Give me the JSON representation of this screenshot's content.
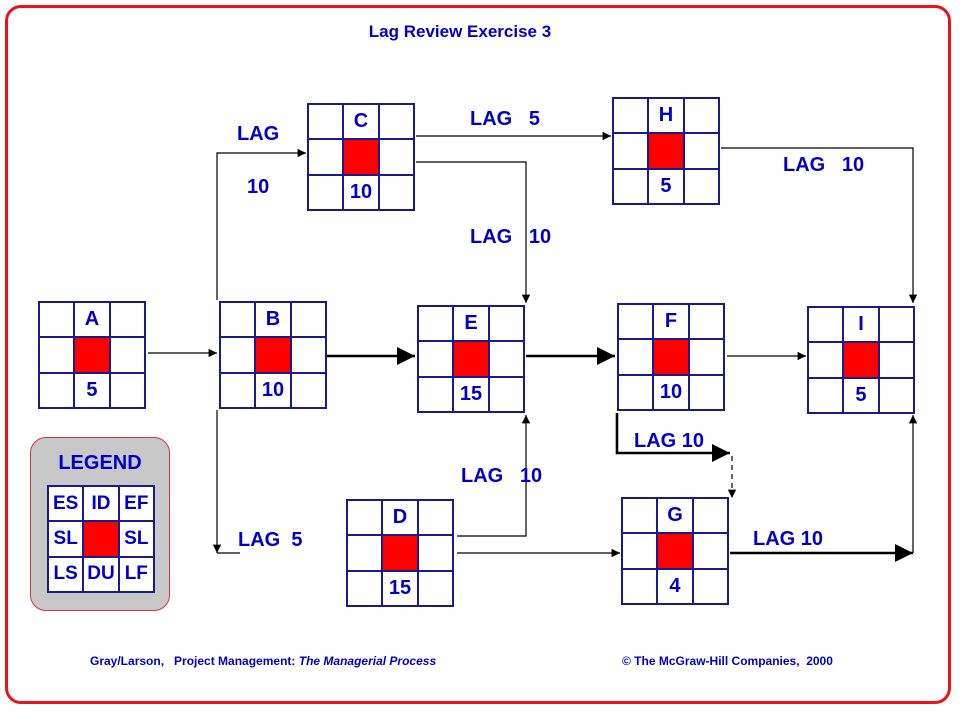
{
  "title": "Lag Review Exercise 3",
  "nodes": {
    "A": {
      "name": "A",
      "duration": "5"
    },
    "B": {
      "name": "B",
      "duration": "10"
    },
    "C": {
      "name": "C",
      "duration": "10"
    },
    "D": {
      "name": "D",
      "duration": "15"
    },
    "E": {
      "name": "E",
      "duration": "15"
    },
    "F": {
      "name": "F",
      "duration": "10"
    },
    "G": {
      "name": "G",
      "duration": "4"
    },
    "H": {
      "name": "H",
      "duration": "5"
    },
    "I": {
      "name": "I",
      "duration": "5"
    }
  },
  "lags": {
    "b_c_word": "LAG",
    "b_c_value": "10",
    "c_h": "LAG   5",
    "h_i": "LAG   10",
    "c_e": "LAG   10",
    "b_d": "LAG  5",
    "d_e": "LAG   10",
    "f_g": "LAG 10",
    "g_i": "LAG 10"
  },
  "legend": {
    "title": "LEGEND",
    "es": "ES",
    "id": "ID",
    "ef": "EF",
    "sl_left": "SL",
    "sl_right": "SL",
    "ls": "LS",
    "du": "DU",
    "lf": "LF"
  },
  "footer": {
    "left_authors": "Gray/Larson,   Project Management:",
    "left_book": "The Managerial Process",
    "right": "© The McGraw-Hill Companies,  2000"
  },
  "colors": {
    "frame": "#e8141c",
    "text": "#0000c8",
    "center": "#ff0000"
  }
}
